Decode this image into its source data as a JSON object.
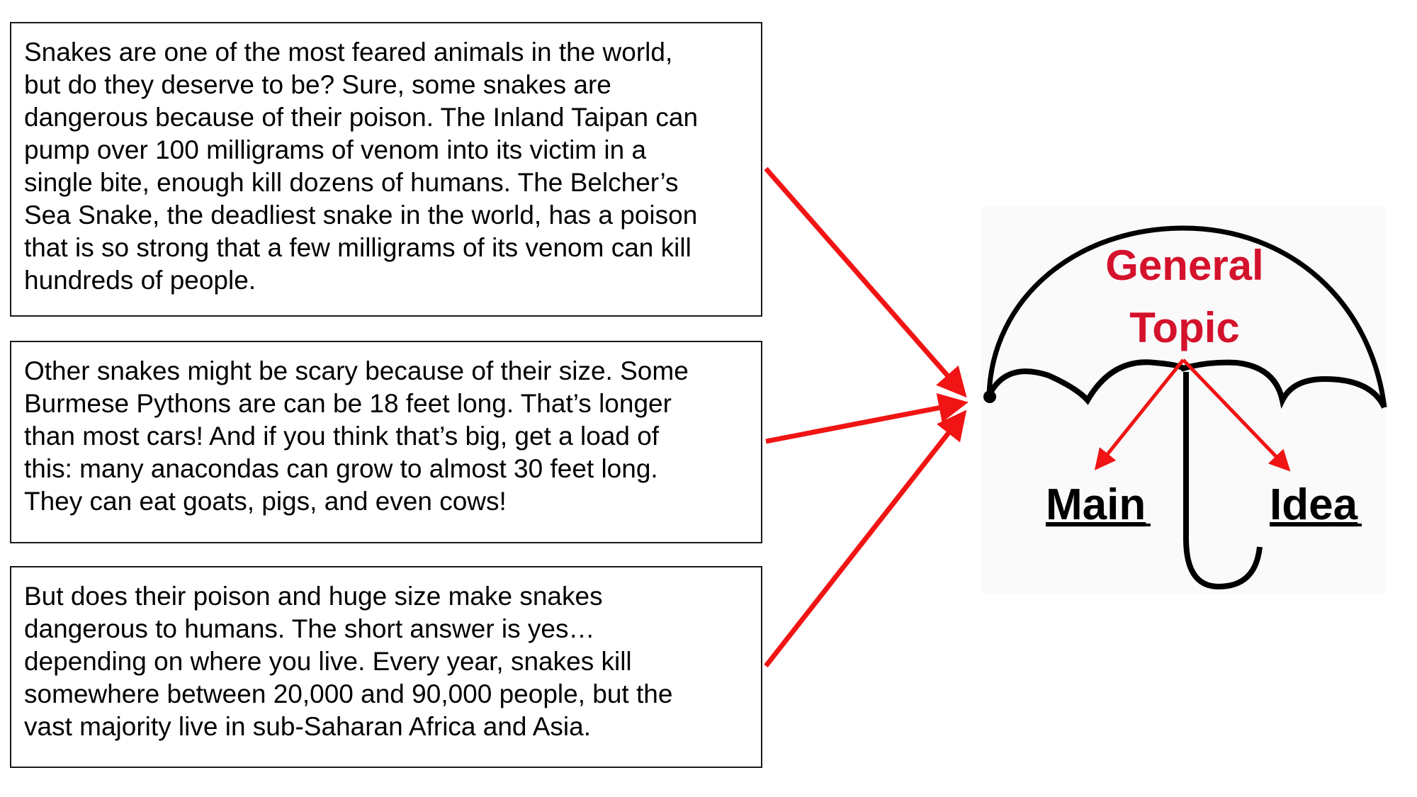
{
  "passages": [
    {
      "text": "Snakes are one of the most feared animals in the world,\nbut do they deserve to be?  Sure, some snakes are\ndangerous because of their poison.  The Inland Taipan can\npump over 100 milligrams of venom into its victim in a\nsingle bite, enough kill dozens of humans.  The Belcher’s\nSea Snake, the deadliest snake in the world, has a poison\nthat is so strong that a few milligrams of its venom can kill\nhundreds of people."
    },
    {
      "text": "Other snakes might be scary because of their size.  Some\nBurmese Pythons are can be 18 feet long.  That’s longer\nthan most cars!  And if you think that’s big, get a load of\nthis: many anacondas can grow to almost 30 feet long.\nThey can eat goats, pigs, and even cows!"
    },
    {
      "text": "But does their poison and huge size make snakes\ndangerous to humans.  The short answer is yes…\ndepending on where you live.  Every year, snakes kill\nsomewhere between 20,000 and 90,000 people, but the\nvast majority live in sub-Saharan Africa and Asia."
    }
  ],
  "umbrella": {
    "topic_line1": "General",
    "topic_line2": "Topic",
    "left_label": "Main",
    "right_label": "Idea"
  },
  "colors": {
    "arrow": "#f01414",
    "topic_text": "#d4122c",
    "outline": "#000000"
  }
}
